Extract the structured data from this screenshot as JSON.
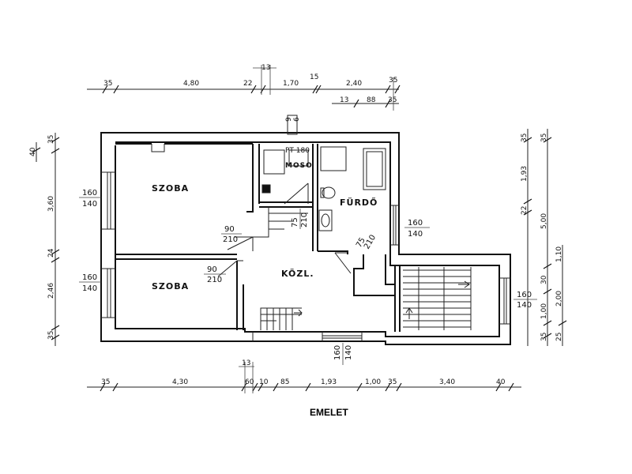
{
  "sheet": {
    "title": "EMELET"
  },
  "rooms": {
    "szoba1": "SZOBA",
    "szoba2": "SZOBA",
    "moso": "MOSO",
    "furdo": "FÜRDŐ",
    "kozl": "KÖZL."
  },
  "labels": {
    "pt": "PT 180",
    "chimney_top": "9",
    "chimney_bot": "6"
  },
  "openings": {
    "w_szoba1_top": "160",
    "w_szoba1_bot": "140",
    "w_szoba2_top": "160",
    "w_szoba2_bot": "140",
    "w_furdo_top": "160",
    "w_furdo_bot": "140",
    "w_stair_top": "160",
    "w_stair_bot": "140",
    "w_bottom_top": "160",
    "w_bottom_bot": "140",
    "d_szoba1_top": "90",
    "d_szoba1_bot": "210",
    "d_szoba2_top": "90",
    "d_szoba2_bot": "210",
    "d_moso_top": "75",
    "d_moso_bot": "210",
    "d_furdo_top": "75",
    "d_furdo_bot": "210"
  },
  "dims_top": {
    "d1": "35",
    "d2": "4,80",
    "d3": "22",
    "d4": "13",
    "d5": "1,70",
    "d6": "15",
    "d7": "2,40",
    "d8": "35",
    "d9": "13",
    "d10": "88",
    "d11": "35"
  },
  "dims_bottom": {
    "d1": "35",
    "d2": "4,30",
    "d3": "13",
    "d4": "60",
    "d5": "10",
    "d6": "85",
    "d7": "1,93",
    "d8": "1,00",
    "d9": "35",
    "d10": "3,40",
    "d11": "40"
  },
  "dims_left": {
    "d1": "40",
    "d2": "35",
    "d3": "3,60",
    "d4": "24",
    "d5": "2,46",
    "d6": "35"
  },
  "dims_right": {
    "d1": "35",
    "d2": "35",
    "d3": "1,93",
    "d4": "22",
    "d5": "5,00",
    "d6": "1,10",
    "d7": "30",
    "d8": "2,00",
    "d9": "1,00",
    "d10": "35",
    "d11": "25"
  }
}
